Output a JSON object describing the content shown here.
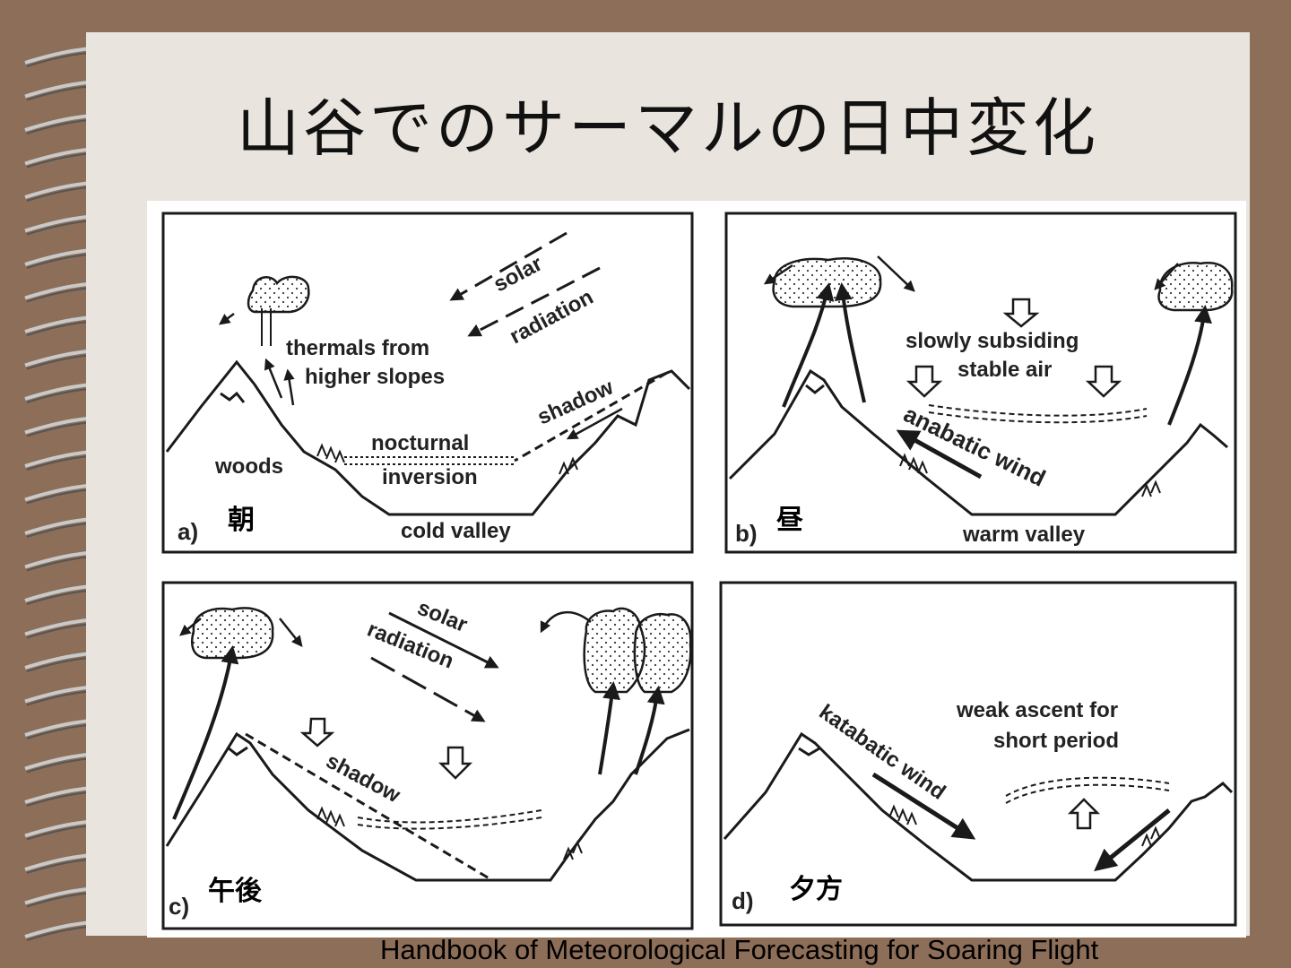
{
  "slide": {
    "title": "山谷でのサーマルの日中変化",
    "caption": "Handbook of Meteorological Forecasting for Soaring Flight"
  },
  "panels": {
    "a": {
      "letter": "a)",
      "time_label": "朝",
      "labels": {
        "solar": "solar",
        "radiation": "radiation",
        "thermals_1": "thermals from",
        "thermals_2": "higher slopes",
        "shadow": "shadow",
        "nocturnal": "nocturnal",
        "inversion": "inversion",
        "woods": "woods",
        "valley": "cold valley"
      }
    },
    "b": {
      "letter": "b)",
      "time_label": "昼",
      "labels": {
        "subsiding_1": "slowly subsiding",
        "subsiding_2": "stable air",
        "wind": "anabatic wind",
        "valley": "warm valley"
      }
    },
    "c": {
      "letter": "c)",
      "time_label": "午後",
      "labels": {
        "solar": "solar",
        "radiation": "radiation",
        "shadow": "shadow"
      }
    },
    "d": {
      "letter": "d)",
      "time_label": "夕方",
      "labels": {
        "ascent_1": "weak ascent for",
        "ascent_2": "short period",
        "wind": "katabatic wind"
      }
    }
  },
  "colors": {
    "background": "#8d6e58",
    "slide": "#eae4de",
    "ink": "#1a1a1a"
  }
}
